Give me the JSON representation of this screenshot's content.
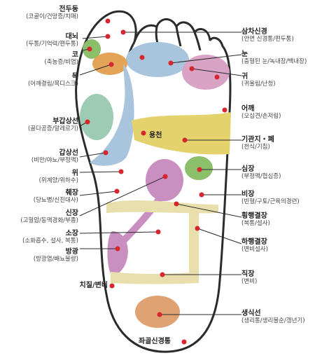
{
  "regions": [
    {
      "id": "frontal-sinus",
      "name": "전두동",
      "desc": "(코골이/건망증/치매)"
    },
    {
      "id": "cerebrum",
      "name": "대뇌",
      "desc": "(두통/기억력/편두통)"
    },
    {
      "id": "nose",
      "name": "코",
      "desc": "(축농증/비염)"
    },
    {
      "id": "neck",
      "name": "목",
      "desc": "(어깨결림/목디스크)"
    },
    {
      "id": "parathyroid",
      "name": "부갑상선",
      "desc": "(골다공증/알레르기)"
    },
    {
      "id": "thyroid",
      "name": "갑상선",
      "desc": "(비만/야뇨/부정맥)"
    },
    {
      "id": "stomach",
      "name": "위",
      "desc": "(위계양/위하수)"
    },
    {
      "id": "pancreas",
      "name": "췌장",
      "desc": "(당뇨병/신진대사)"
    },
    {
      "id": "kidney",
      "name": "신장",
      "desc": "(고혈압/동맥경화/부종)"
    },
    {
      "id": "small-intestine",
      "name": "소장",
      "desc": "(소화흡수, 설사, 복통)"
    },
    {
      "id": "bladder",
      "name": "방광",
      "desc": "(방광염/배뇨불량)"
    },
    {
      "id": "hemorrhoid",
      "name": "치질/변비",
      "desc": ""
    },
    {
      "id": "trigeminal",
      "name": "삼차신경",
      "desc": "(안면 신경통/편두통)"
    },
    {
      "id": "eye",
      "name": "눈",
      "desc": "(충혈된 눈/녹내장/백내장)"
    },
    {
      "id": "ear",
      "name": "귀",
      "desc": "(귀울림/난청)"
    },
    {
      "id": "shoulder",
      "name": "어깨",
      "desc": "(오십견/손저림)"
    },
    {
      "id": "bronchi-lung",
      "name": "기관지・폐",
      "desc": "(천식/기침)"
    },
    {
      "id": "heart",
      "name": "심장",
      "desc": "(부정맥/협심증)"
    },
    {
      "id": "spleen",
      "name": "비장",
      "desc": "(빈혈/구토/근육의경련)"
    },
    {
      "id": "transverse-colon",
      "name": "횡행결장",
      "desc": "(복통/설사)"
    },
    {
      "id": "descending-colon",
      "name": "하행결장",
      "desc": "(변비설사)"
    },
    {
      "id": "rectum",
      "name": "직장",
      "desc": "(변비)"
    },
    {
      "id": "reproductive",
      "name": "생식선",
      "desc": "(생리통/생리불순/갱년기)"
    },
    {
      "id": "sciatic",
      "name": "좌골신경통",
      "desc": ""
    }
  ],
  "solar_plexus_label": "용천",
  "colors": {
    "outline": "#2b2b2b",
    "dot": "#d7262e",
    "line": "#2b2b2b",
    "blue": "#a9c4dd",
    "green": "#8bbf6a",
    "orange": "#e3a45a",
    "pink": "#d9a3c6",
    "teal": "#9dcbb4",
    "yellow": "#e4d26c",
    "magenta": "#c98fc0",
    "cream": "#e8dfac",
    "brown": "#dfa272"
  }
}
